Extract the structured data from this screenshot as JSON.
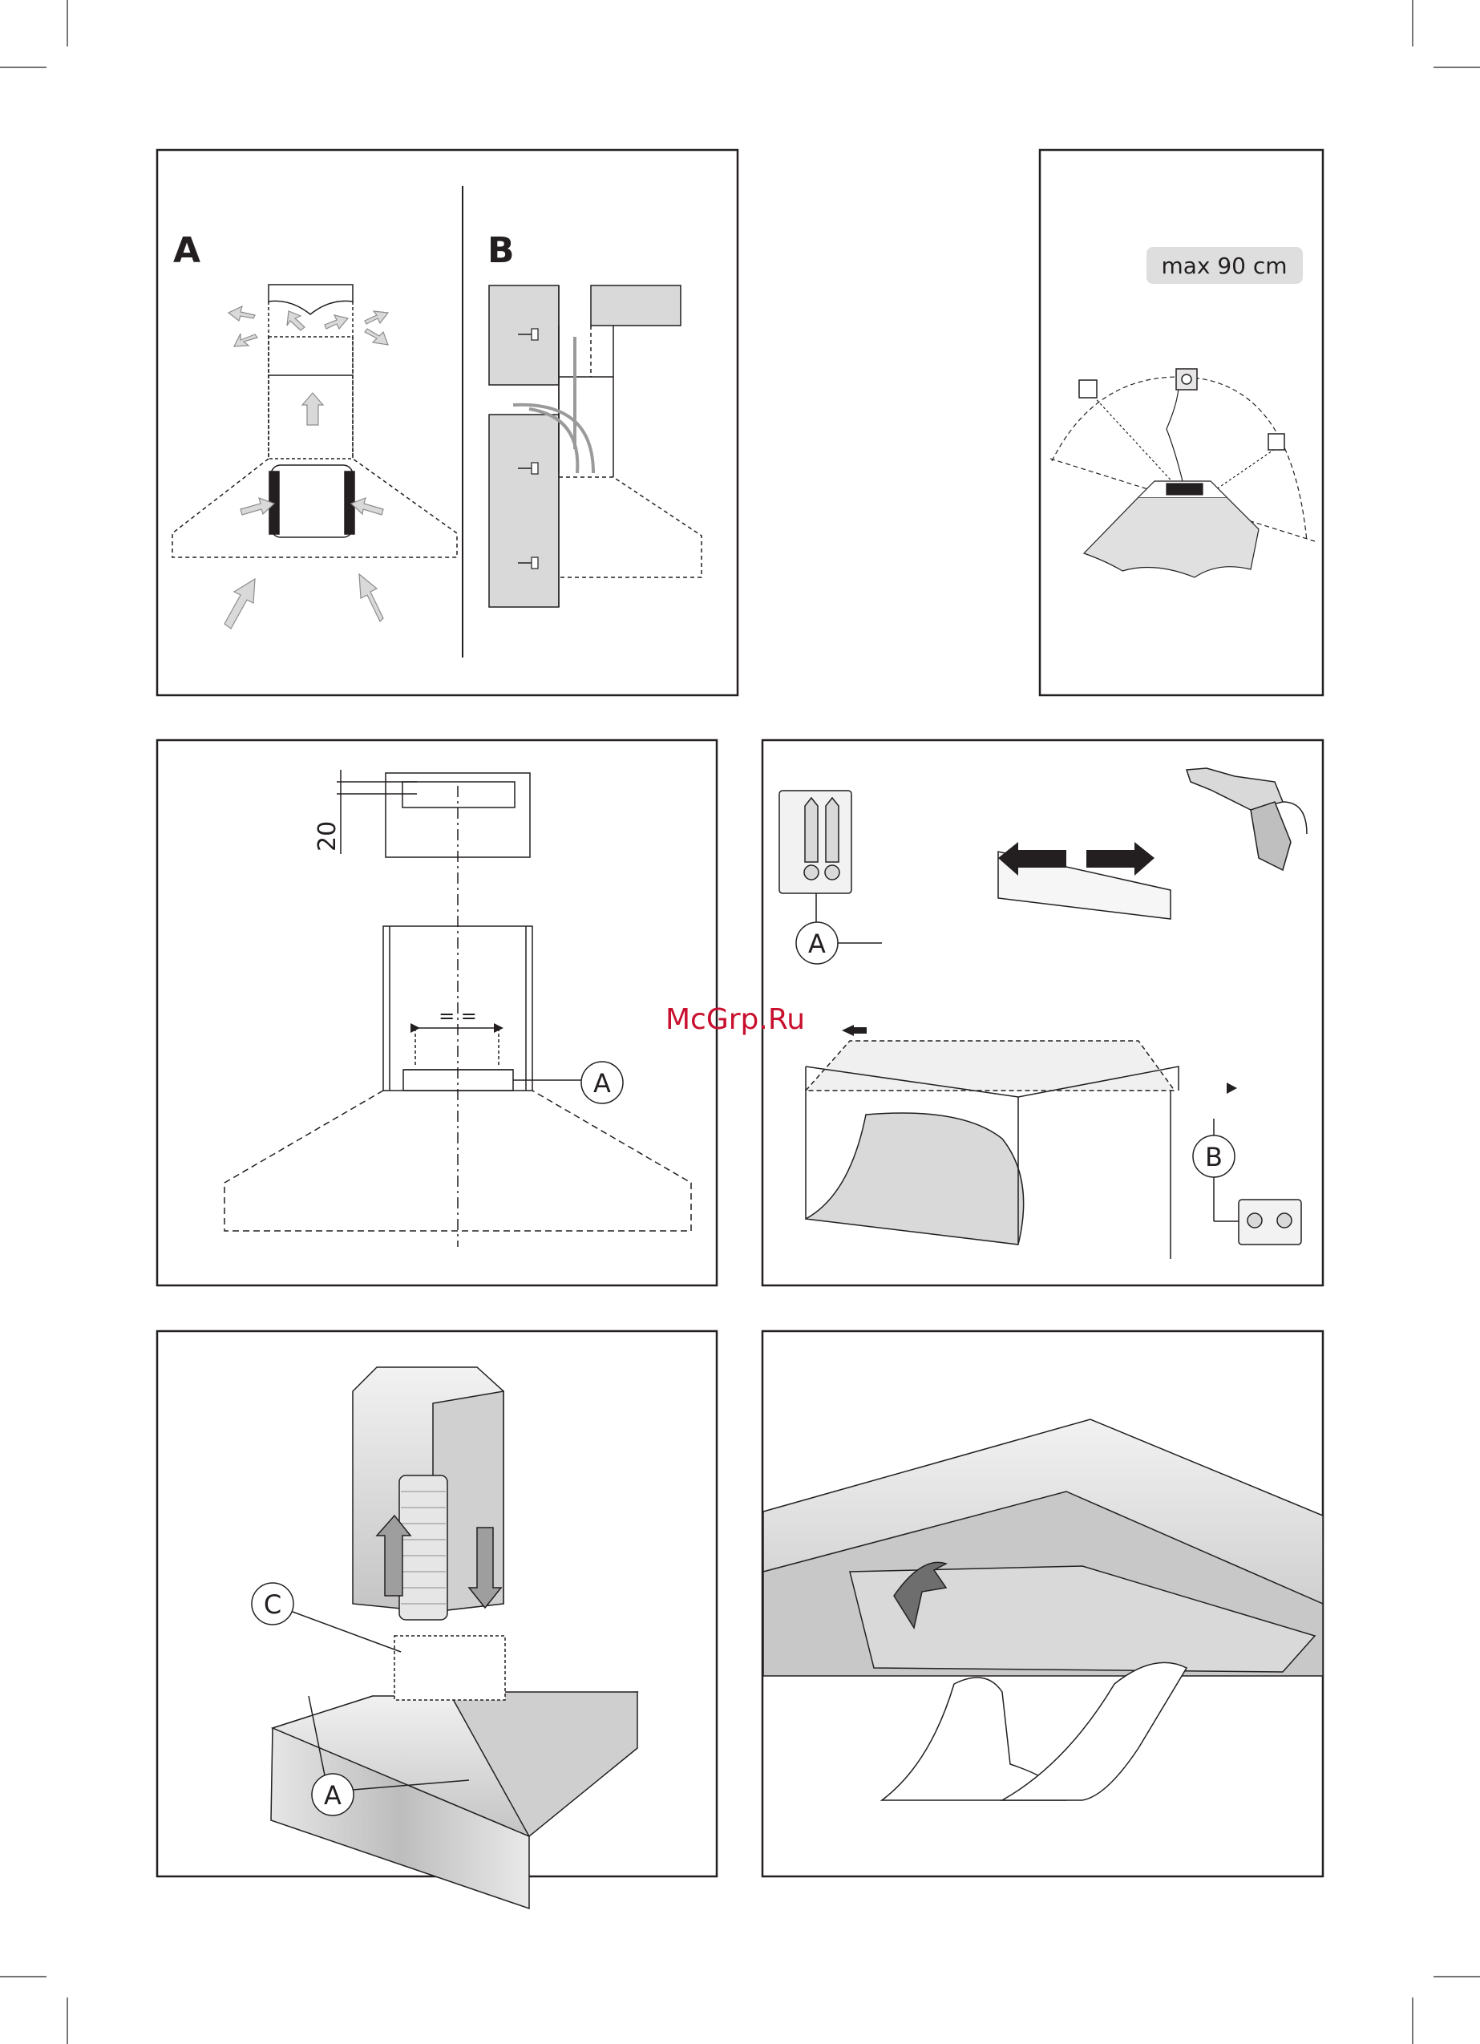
{
  "watermark": "McGrp.Ru",
  "panel1": {
    "label_a": "A",
    "label_b": "B"
  },
  "panel2": {
    "distance_label": "max 90 cm"
  },
  "panel3": {
    "dimension": "20",
    "equal_marks": "= =",
    "callout_a": "A"
  },
  "panel4": {
    "callout_a": "A",
    "callout_b": "B"
  },
  "panel5": {
    "callout_c": "C",
    "callout_a": "A"
  },
  "colors": {
    "line": "#231f20",
    "fill_grey": "#d9d9d9",
    "arrow_grey": "#bfbfbf",
    "watermark": "#c8102e"
  }
}
